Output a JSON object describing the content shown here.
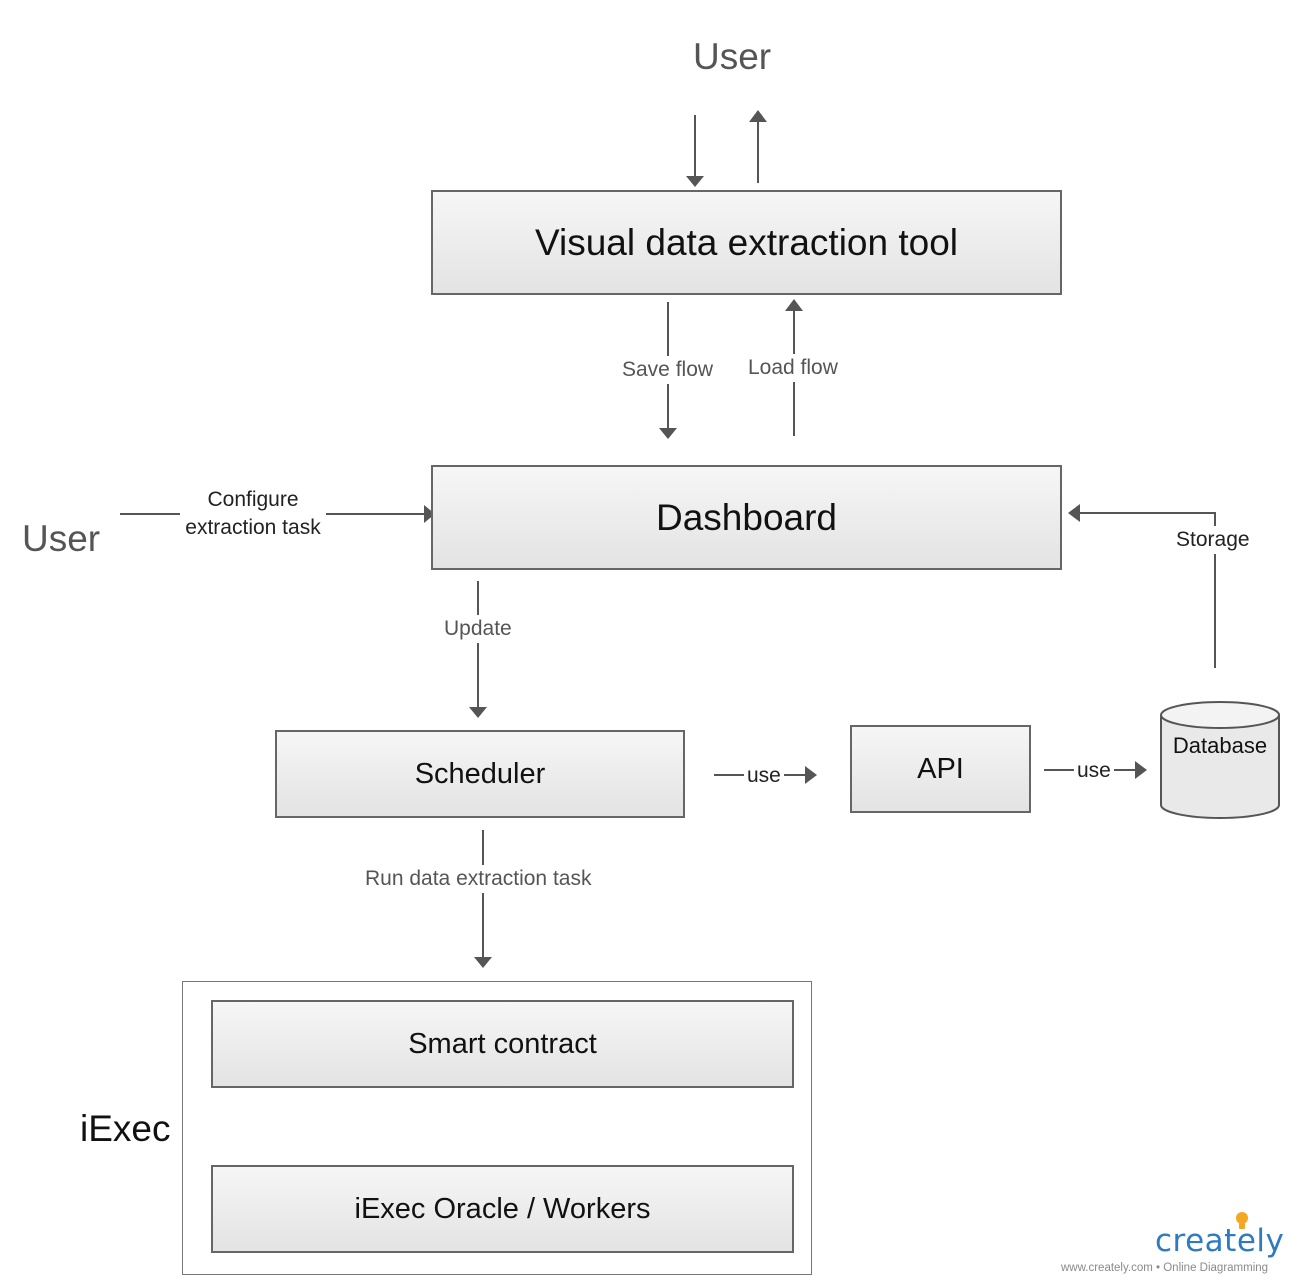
{
  "actors": {
    "top_user": "User",
    "left_user": "User",
    "iexec_group": "iExec"
  },
  "nodes": {
    "visual_tool": "Visual data extraction tool",
    "dashboard": "Dashboard",
    "scheduler": "Scheduler",
    "api": "API",
    "database": "Database",
    "smart_contract": "Smart contract",
    "oracle_workers": "iExec Oracle / Workers"
  },
  "edges": {
    "save_flow": "Save flow",
    "load_flow": "Load flow",
    "configure_line1": "Configure",
    "configure_line2": "extraction task",
    "storage": "Storage",
    "update": "Update",
    "use_api": "use",
    "use_db": "use",
    "run_task": "Run data extraction task"
  },
  "branding": {
    "logo_text": "creately",
    "tagline": "www.creately.com • Online Diagramming"
  },
  "colors": {
    "box_border": "#666666",
    "arrow": "#555555",
    "label_text": "#555555",
    "brand_blue": "#2f7bbf",
    "brand_orange": "#f5a623"
  }
}
